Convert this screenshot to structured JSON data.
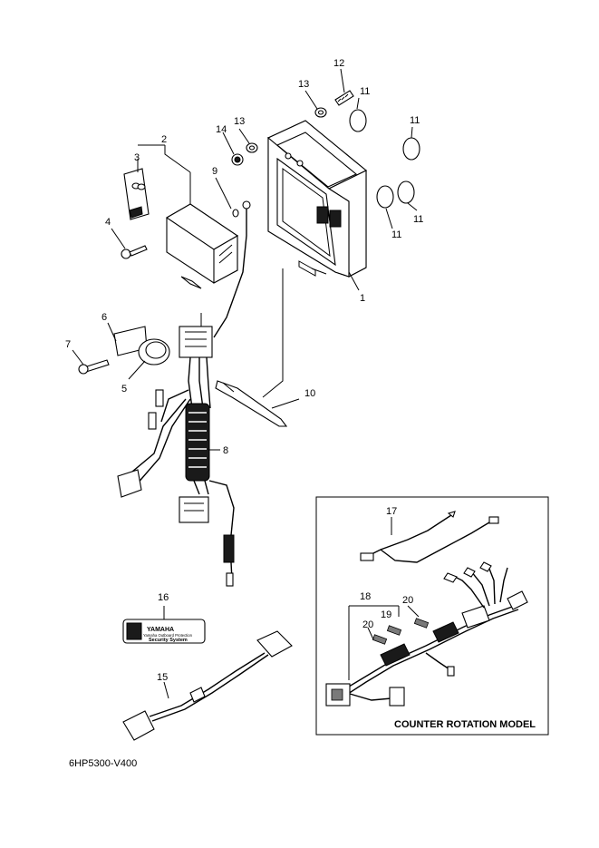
{
  "callouts": {
    "c1": "1",
    "c2": "2",
    "c3": "3",
    "c4": "4",
    "c5": "5",
    "c6": "6",
    "c7": "7",
    "c8": "8",
    "c9": "9",
    "c10": "10",
    "c11a": "11",
    "c11b": "11",
    "c11c": "11",
    "c11d": "11",
    "c12": "12",
    "c13a": "13",
    "c13b": "13",
    "c14": "14",
    "c15": "15",
    "c16": "16",
    "c17": "17",
    "c18": "18",
    "c19": "19",
    "c20a": "20",
    "c20b": "20"
  },
  "label_plate": {
    "brand": "YAMAHA",
    "line1": "Yamaha Outboard Protection",
    "line2": "Security System"
  },
  "inset": {
    "title": "COUNTER ROTATION MODEL"
  },
  "diagram_code": "6HP5300-V400"
}
